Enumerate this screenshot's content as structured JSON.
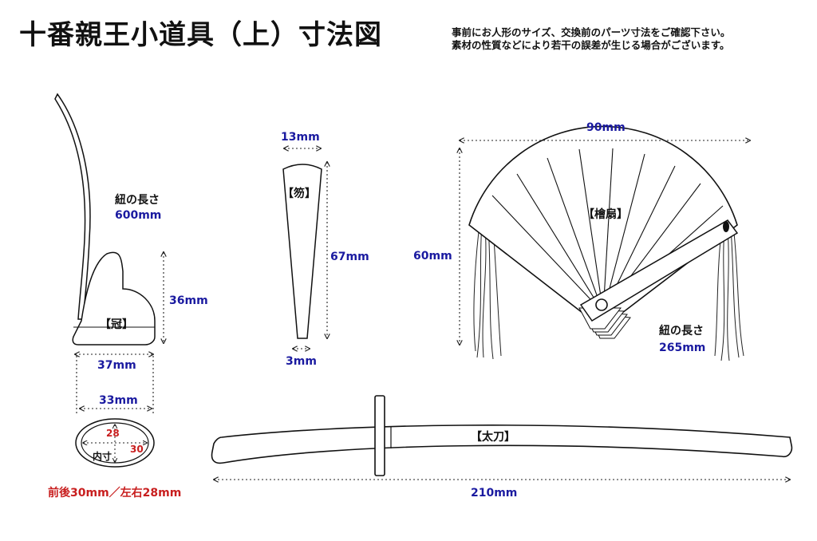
{
  "title": "十番親王小道具（上）寸法図",
  "notes": [
    "事前にお人形のサイズ、交換前のパーツ寸法をご確認下さい。",
    "素材の性質などにより若干の誤差が生じる場合がございます。"
  ],
  "kanmuri": {
    "name": "【冠】",
    "string_label": "紐の長さ",
    "string_length": "600mm",
    "height": "36mm",
    "width": "37mm",
    "inner_width": "33mm",
    "inner_label": "内寸",
    "inner_front": "28",
    "inner_side": "30",
    "inner_note": "前後30mm／左右28mm"
  },
  "shaku": {
    "name": "【笏】",
    "top_width": "13mm",
    "length": "67mm",
    "bottom_width": "3mm"
  },
  "hiougi": {
    "name": "【檜扇】",
    "width": "90mm",
    "height": "60mm",
    "string_label": "紐の長さ",
    "string_length": "265mm"
  },
  "tachi": {
    "name": "【太刀】",
    "length": "210mm"
  }
}
